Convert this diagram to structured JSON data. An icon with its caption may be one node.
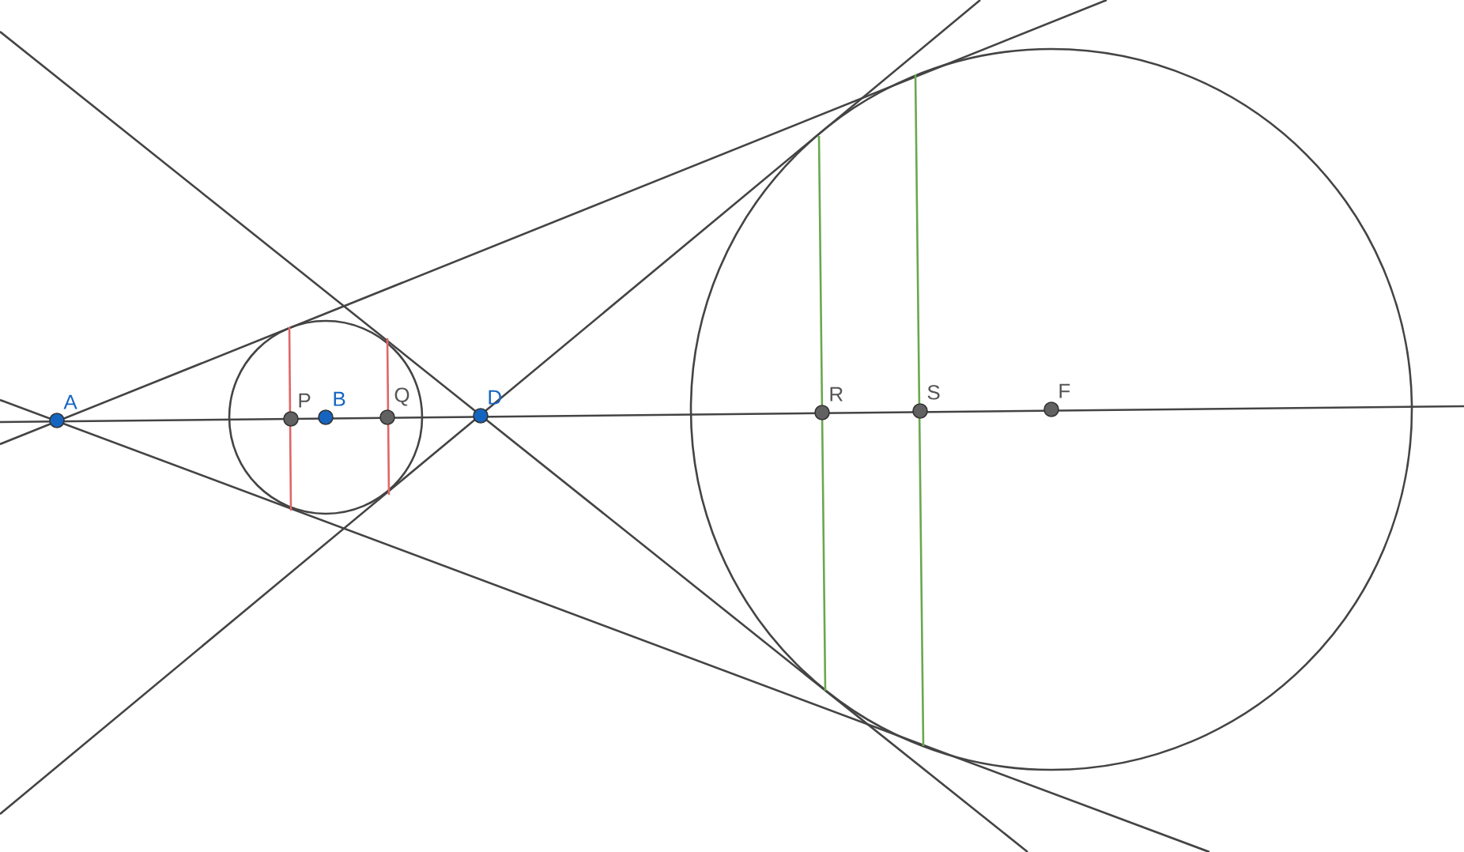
{
  "diagram": {
    "nodes": [
      {
        "text": [
          "A"
        ]
      },
      {
        "text": [
          "P"
        ]
      },
      {
        "text": [
          "B"
        ]
      },
      {
        "text": [
          "Q"
        ]
      },
      {
        "text": [
          "D"
        ]
      },
      {
        "text": [
          "R"
        ]
      },
      {
        "text": [
          "S"
        ]
      },
      {
        "text": [
          "F"
        ]
      }
    ]
  }
}
